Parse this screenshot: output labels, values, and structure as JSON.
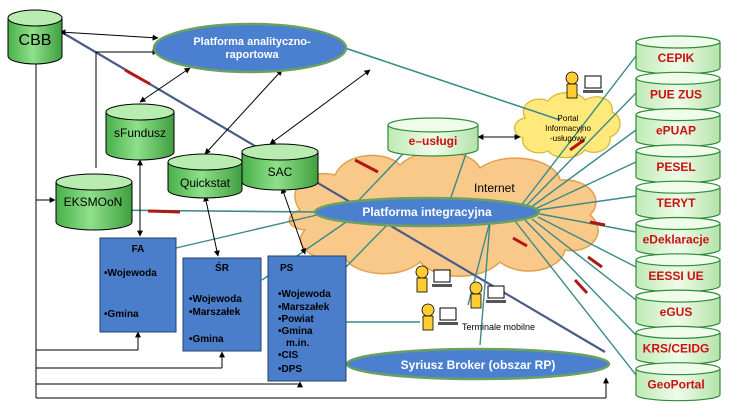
{
  "systems": {
    "cbb": "CBB",
    "sfundusz": "sFundusz",
    "quickstat": "Quickstat",
    "sac": "SAC",
    "eksmoon": "EKSMOoN",
    "e_uslugi": "e–usługi"
  },
  "hubs": {
    "analytics_line1": "Platforma analityczno-",
    "analytics_line2": "raportowa",
    "integration": "Platforma integracyjna",
    "broker": "Syriusz Broker (obszar RP)",
    "internet": "Internet",
    "portal_line1": "Portal",
    "portal_line2": "Informacyjno",
    "portal_line3": "-usługowy",
    "mobile_terminals": "Terminale mobilne"
  },
  "boxes": {
    "fa": {
      "title": "FA",
      "items": [
        "•Wojewoda",
        "•Gmina"
      ]
    },
    "sr": {
      "title": "ŚR",
      "items": [
        "•Wojewoda",
        "•Marszałek",
        "•Gmina"
      ]
    },
    "ps": {
      "title": "PS",
      "items": [
        "•Wojewoda",
        "•Marszałek",
        "•Powiat",
        "•Gmina",
        "m.in.",
        "•CIS",
        "•DPS"
      ]
    }
  },
  "registries": [
    "CEPIK",
    "PUE ZUS",
    "ePUAP",
    "PESEL",
    "TERYT",
    "eDeklaracje",
    "EESSI UE",
    "eGUS",
    "KRS/CEIDG",
    "GeoPortal"
  ],
  "colors": {
    "cylinder_fill": "#6fcf6f",
    "cylinder_top": "#b9ecb0",
    "registry_fill": "#d9f5d0",
    "registry_text": "#cc1111",
    "box_fill": "#4a7ecb",
    "hub_fill": "#4b7fd0",
    "cloud_fill": "#f9c98a",
    "portal_fill": "#ffe97a"
  }
}
